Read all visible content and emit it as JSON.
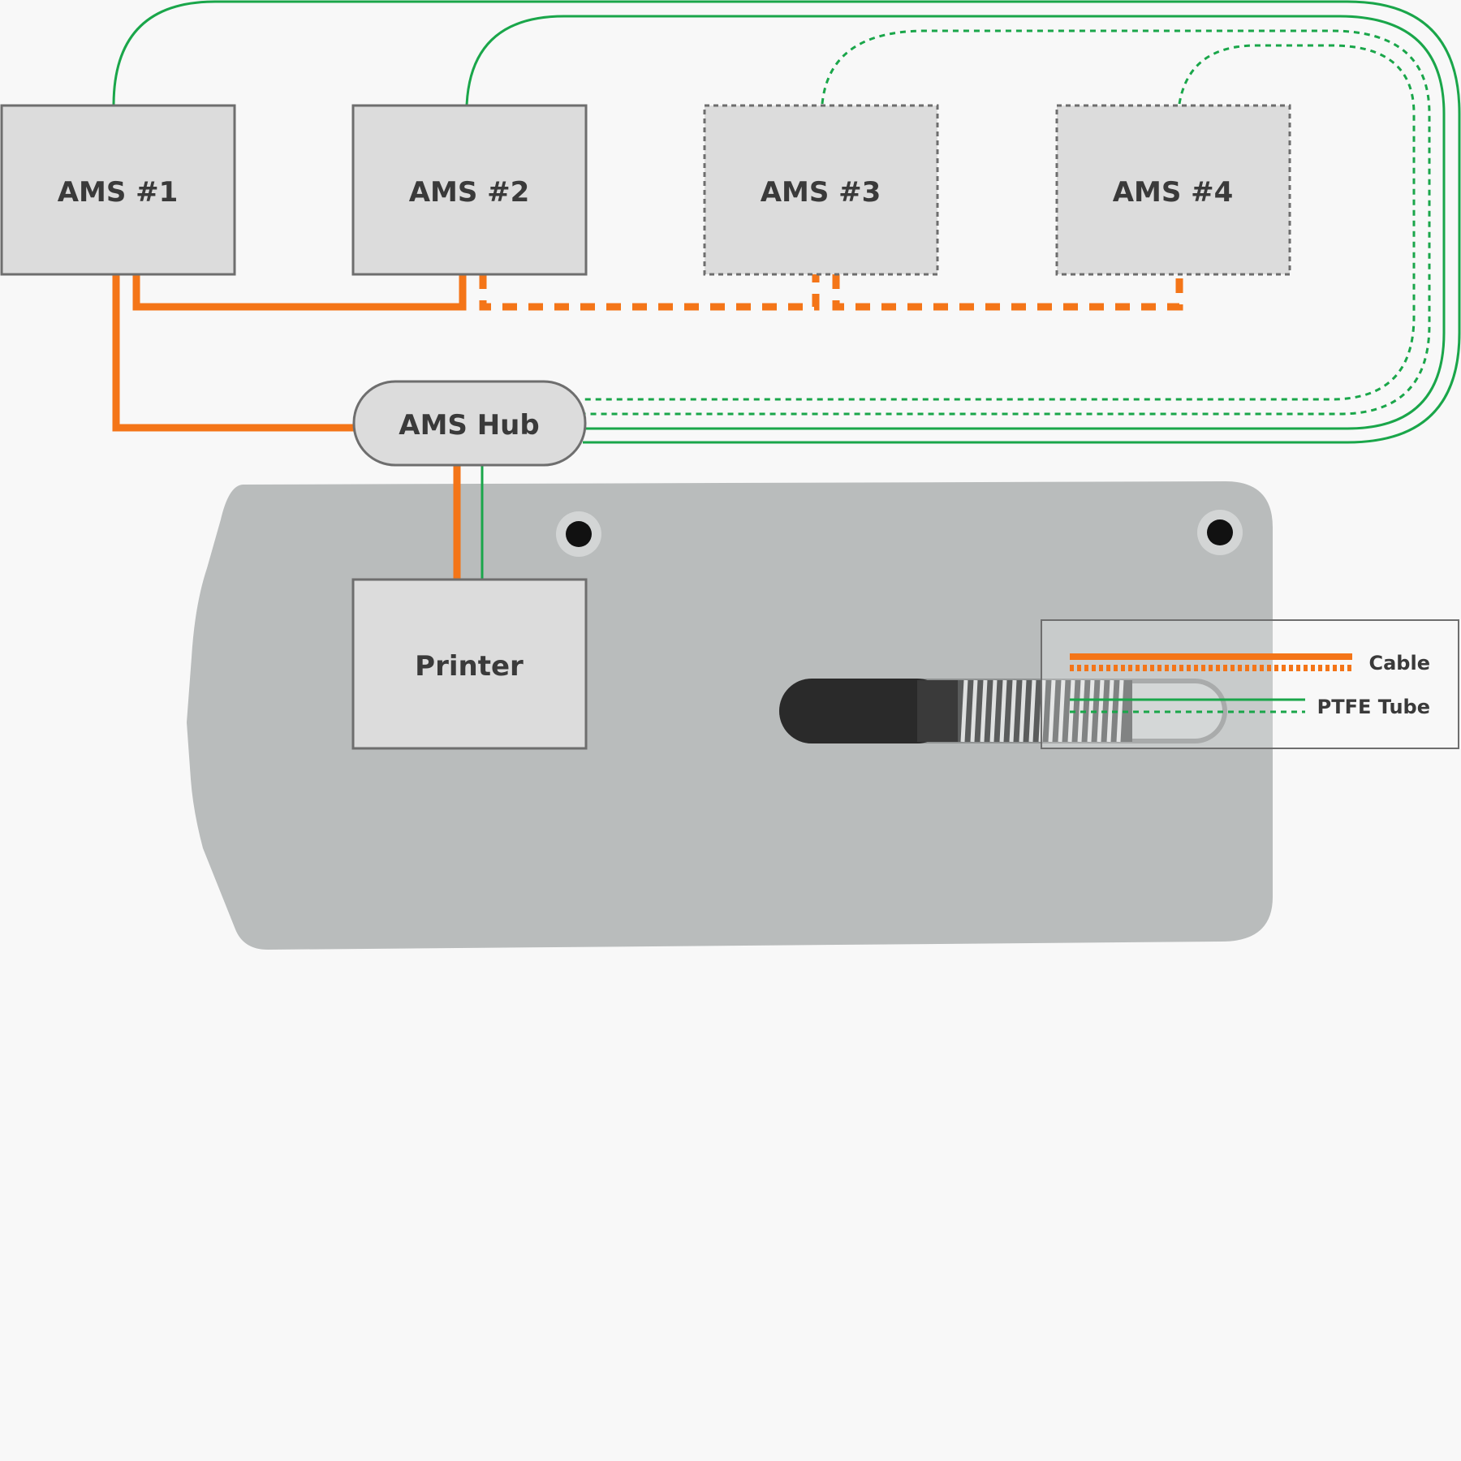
{
  "nodes": {
    "ams1": "AMS #1",
    "ams2": "AMS #2",
    "ams3": "AMS #3",
    "ams4": "AMS #4",
    "hub": "AMS Hub",
    "printer": "Printer"
  },
  "legend": {
    "cable": "Cable",
    "ptfe": "PTFE Tube"
  },
  "colors": {
    "cable": "#f47518",
    "ptfe": "#1aa64a",
    "box_fill": "#dcdcdc",
    "box_stroke": "#6e6e6e",
    "plate": "#b9bcbc"
  }
}
